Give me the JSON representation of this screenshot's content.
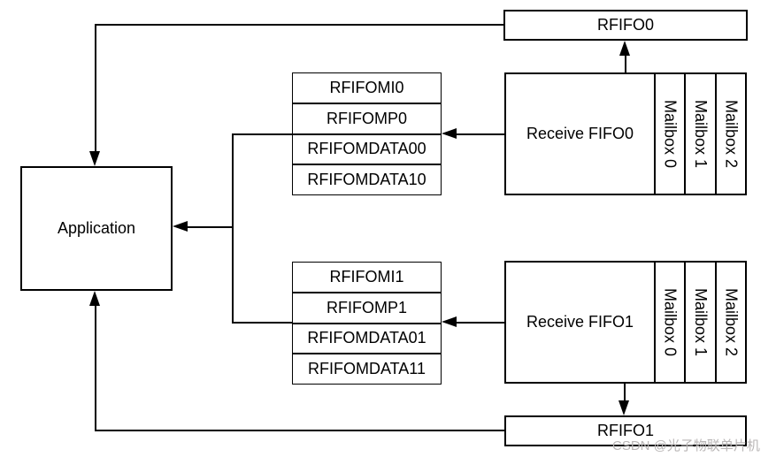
{
  "diagram": {
    "application": {
      "label": "Application"
    },
    "rfifo0": {
      "label": "RFIFO0"
    },
    "rfifo1": {
      "label": "RFIFO1"
    },
    "receive_fifo0": {
      "label": "Receive FIFO0",
      "mailboxes": [
        "Mailbox 0",
        "Mailbox 1",
        "Mailbox 2"
      ]
    },
    "receive_fifo1": {
      "label": "Receive FIFO1",
      "mailboxes": [
        "Mailbox 0",
        "Mailbox 1",
        "Mailbox 2"
      ]
    },
    "register_stack0": {
      "rows": [
        "RFIFOMI0",
        "RFIFOMP0",
        "RFIFOMDATA00",
        "RFIFOMDATA10"
      ]
    },
    "register_stack1": {
      "rows": [
        "RFIFOMI1",
        "RFIFOMP1",
        "RFIFOMDATA01",
        "RFIFOMDATA11"
      ]
    },
    "colors": {
      "line": "#000000",
      "background": "#ffffff",
      "watermark": "#b9b6b6"
    }
  },
  "watermark": {
    "text": "CSDN @光子物联单片机"
  }
}
